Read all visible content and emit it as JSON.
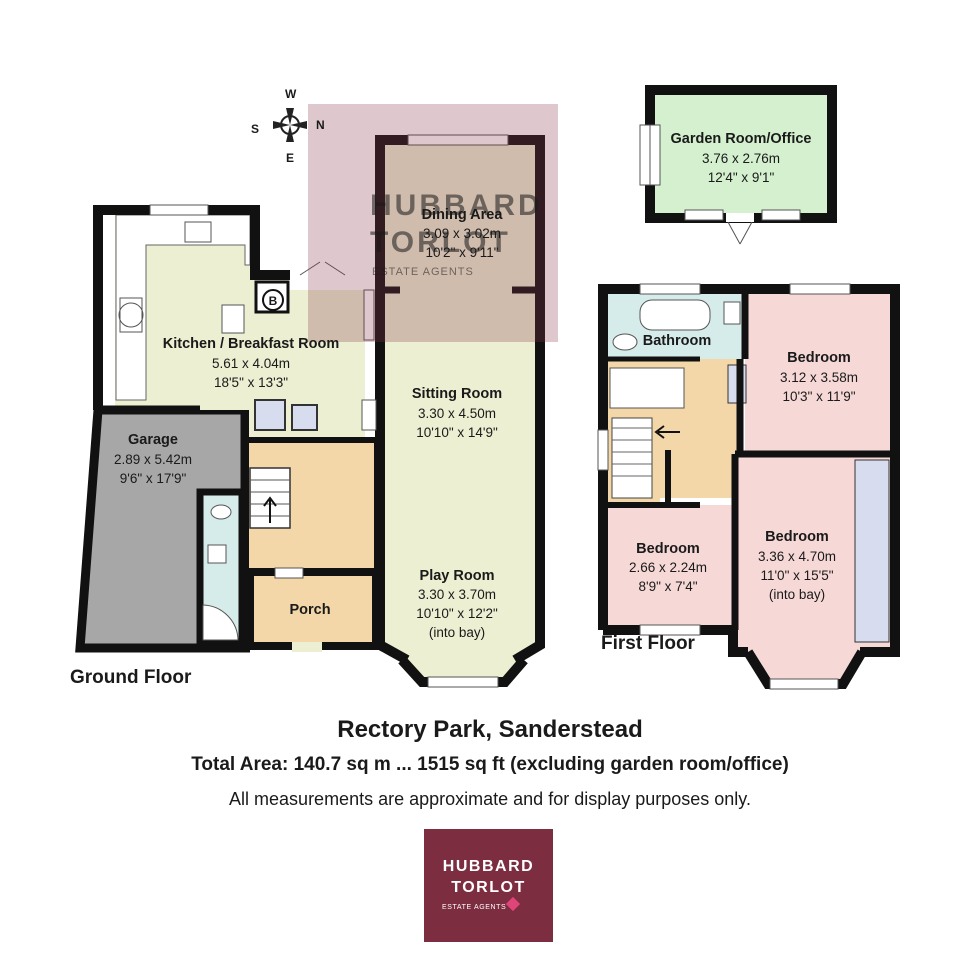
{
  "compass": {
    "w": "W",
    "n": "N",
    "s": "S",
    "e": "E"
  },
  "watermark": {
    "line1": "HUBBARD",
    "line2": "TORLOT",
    "line3": "ESTATE AGENTS"
  },
  "floors": {
    "ground": "Ground Floor",
    "first": "First Floor"
  },
  "rooms": {
    "garden_room": {
      "name": "Garden Room/Office",
      "metric": "3.76 x 2.76m",
      "imperial": "12'4\" x 9'1\""
    },
    "dining": {
      "name": "Dining Area",
      "metric": "3.09 x 3.02m",
      "imperial": "10'2\" x 9'11\""
    },
    "kitchen": {
      "name": "Kitchen / Breakfast Room",
      "metric": "5.61 x 4.04m",
      "imperial": "18'5\" x 13'3\""
    },
    "sitting": {
      "name": "Sitting Room",
      "metric": "3.30 x 4.50m",
      "imperial": "10'10\" x 14'9\""
    },
    "garage": {
      "name": "Garage",
      "metric": "2.89 x 5.42m",
      "imperial": "9'6\" x 17'9\""
    },
    "play": {
      "name": "Play Room",
      "metric": "3.30 x 3.70m",
      "imperial": "10'10\" x 12'2\"",
      "note": "(into bay)"
    },
    "porch": {
      "name": "Porch"
    },
    "bathroom": {
      "name": "Bathroom"
    },
    "bedroom1": {
      "name": "Bedroom",
      "metric": "3.12 x 3.58m",
      "imperial": "10'3\" x 11'9\""
    },
    "bedroom2": {
      "name": "Bedroom",
      "metric": "2.66 x 2.24m",
      "imperial": "8'9\" x 7'4\""
    },
    "bedroom3": {
      "name": "Bedroom",
      "metric": "3.36 x 4.70m",
      "imperial": "11'0\" x 15'5\"",
      "note": "(into bay)"
    }
  },
  "boiler_label": "B",
  "title": "Rectory Park, Sanderstead",
  "total_area": "Total Area: 140.7 sq m ... 1515 sq ft (excluding garden room/office)",
  "disclaimer": "All measurements are approximate and for display purposes only.",
  "logo": {
    "line1": "HUBBARD",
    "line2": "TORLOT",
    "line3": "ESTATE AGENTS"
  },
  "colors": {
    "wall": "#111111",
    "kitchen": "#ecefd2",
    "sitting": "#ecefd2",
    "garage": "#a7a7a7",
    "hall": "#f3d7a8",
    "wc": "#d6ecea",
    "bath": "#d6ecea",
    "bedroom": "#f6d9d7",
    "wardrobe": "#d7dcef",
    "garden": "#d4f0cf",
    "brand": "#7d2d40"
  }
}
